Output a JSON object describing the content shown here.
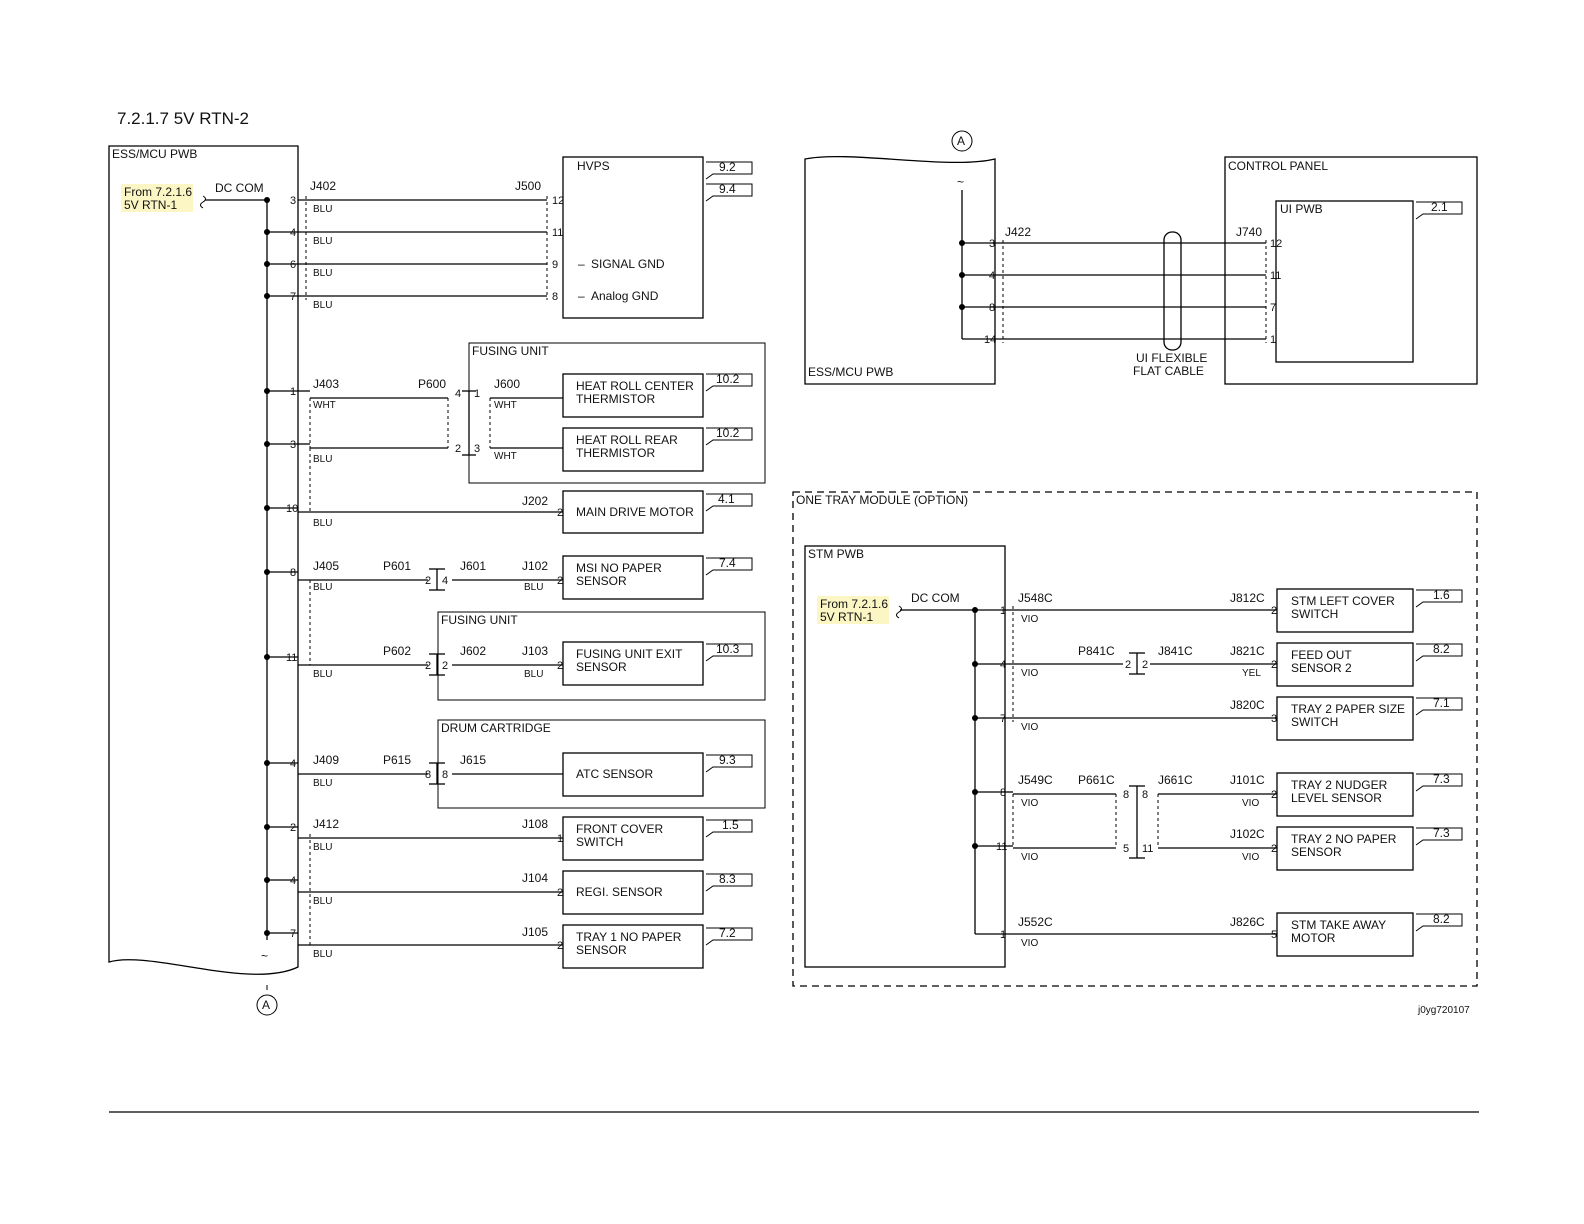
{
  "title": "7.2.1.7 5V RTN-2",
  "figure_id": "j0yg720107",
  "off_page_connector": "A",
  "left": {
    "board": "ESS/MCU PWB",
    "from_ref_line1": "From 7.2.1.6",
    "from_ref_line2": "5V RTN-1",
    "dc_com": "DC COM",
    "hvps": {
      "name": "HVPS",
      "ref1": "9.2",
      "ref2": "9.4",
      "j402": "J402",
      "j500": "J500",
      "signal_gnd": "SIGNAL GND",
      "analog_gnd": "Analog GND"
    },
    "fusing1": {
      "box": "FUSING UNIT",
      "j403": "J403",
      "p600": "P600",
      "j600": "J600",
      "center_line1": "HEAT ROLL CENTER",
      "center_line2": "THERMISTOR",
      "center_ref": "10.2",
      "rear_line1": "HEAT ROLL REAR",
      "rear_line2": "THERMISTOR",
      "rear_ref": "10.2"
    },
    "motor": {
      "j202": "J202",
      "name": "MAIN DRIVE MOTOR",
      "ref": "4.1"
    },
    "msi": {
      "j405": "J405",
      "p601": "P601",
      "j601": "J601",
      "j102": "J102",
      "line1": "MSI NO PAPER",
      "line2": "SENSOR",
      "ref": "7.4"
    },
    "fusing2": {
      "box": "FUSING UNIT",
      "p602": "P602",
      "j602": "J602",
      "j103": "J103",
      "line1": "FUSING UNIT EXIT",
      "line2": "SENSOR",
      "ref": "10.3"
    },
    "drum": {
      "box": "DRUM CARTRIDGE",
      "j409": "J409",
      "p615": "P615",
      "j615": "J615",
      "name": "ATC SENSOR",
      "ref": "9.3"
    },
    "front": {
      "j412": "J412",
      "j108": "J108",
      "line1": "FRONT COVER",
      "line2": "SWITCH",
      "ref": "1.5"
    },
    "regi": {
      "j104": "J104",
      "name": "REGI. SENSOR",
      "ref": "8.3"
    },
    "tray1": {
      "j105": "J105",
      "line1": "TRAY 1 NO PAPER",
      "line2": "SENSOR",
      "ref": "7.2"
    },
    "wire": {
      "blu": "BLU",
      "wht": "WHT"
    }
  },
  "right_top": {
    "board": "ESS/MCU PWB",
    "control_panel": "CONTROL PANEL",
    "ui_pwb": "UI PWB",
    "ui_ref": "2.1",
    "j422": "J422",
    "j740": "J740",
    "cable_line1": "UI FLEXIBLE",
    "cable_line2": "FLAT CABLE"
  },
  "right_bottom": {
    "module": "ONE TRAY MODULE (OPTION)",
    "board": "STM PWB",
    "from_ref_line1": "From 7.2.1.6",
    "from_ref_line2": "5V RTN-1",
    "dc_com": "DC COM",
    "wire_vio": "VIO",
    "wire_yel": "YEL",
    "stm_left": {
      "j548c": "J548C",
      "j812c": "J812C",
      "line1": "STM LEFT COVER",
      "line2": "SWITCH",
      "ref": "1.6"
    },
    "feed_out": {
      "p841c": "P841C",
      "j841c": "J841C",
      "j821c": "J821C",
      "line1": "FEED OUT",
      "line2": "SENSOR 2",
      "ref": "8.2"
    },
    "tray2_size": {
      "j820c": "J820C",
      "line1": "TRAY 2 PAPER SIZE",
      "line2": "SWITCH",
      "ref": "7.1"
    },
    "tray2_nudger": {
      "j549c": "J549C",
      "p661c": "P661C",
      "j661c": "J661C",
      "j101c": "J101C",
      "line1": "TRAY 2 NUDGER",
      "line2": "LEVEL SENSOR",
      "ref": "7.3"
    },
    "tray2_nopaper": {
      "j102c": "J102C",
      "line1": "TRAY 2 NO PAPER",
      "line2": "SENSOR",
      "ref": "7.3"
    },
    "take_away": {
      "j552c": "J552C",
      "j826c": "J826C",
      "line1": "STM TAKE AWAY",
      "line2": "MOTOR",
      "ref": "8.2"
    }
  }
}
